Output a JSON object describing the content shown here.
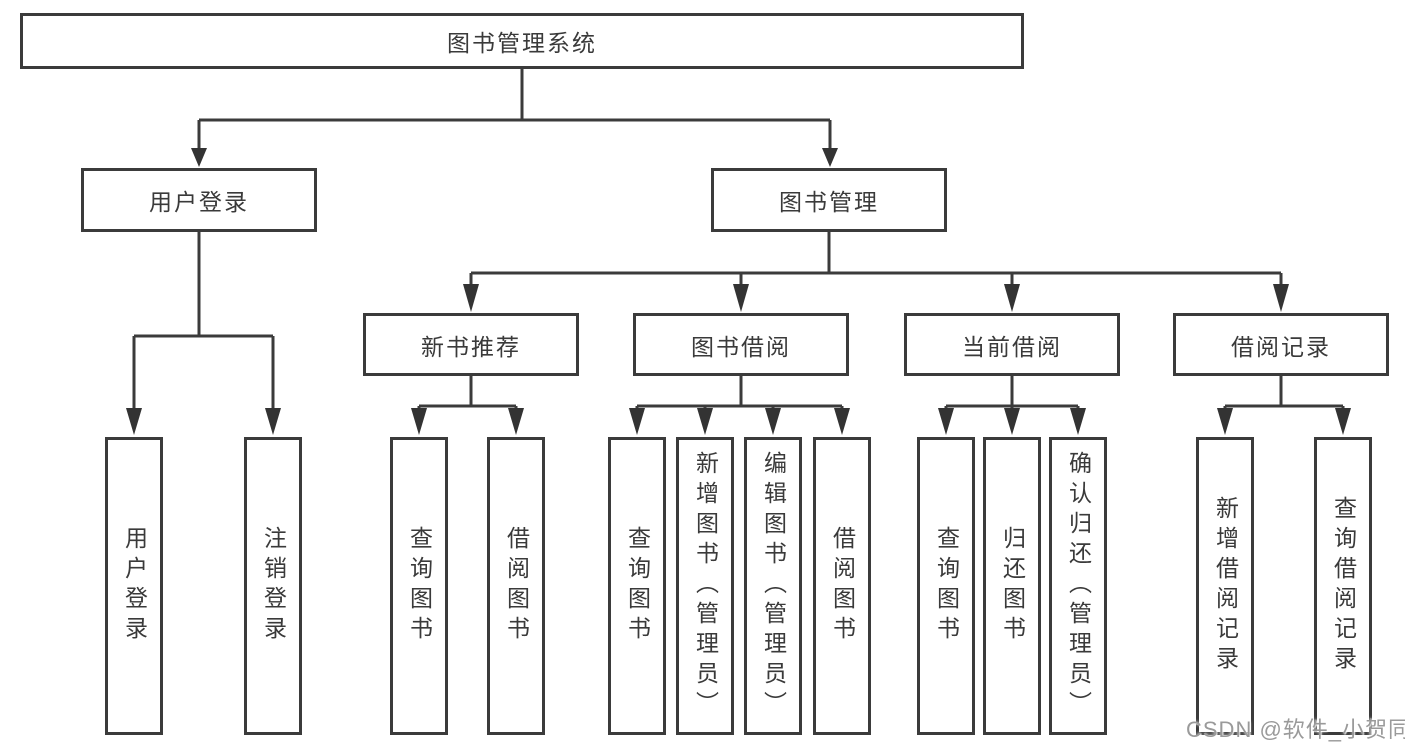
{
  "title": "图书管理系统",
  "watermark": "CSDN @软件_小贺同学",
  "colors": {
    "line": "#3b3b3b",
    "box_border": "#3b3b3b",
    "box_fill": "#ffffff",
    "text": "#3a3a3a",
    "arrow_fill": "#333333",
    "watermark_text": "#9a9a9a",
    "background": "#ffffff"
  },
  "nodes": {
    "root": "图书管理系统",
    "user_login": "用户登录",
    "book_mgmt": "图书管理",
    "new_book_rec": "新书推荐",
    "book_borrow": "图书借阅",
    "current_borrow": "当前借阅",
    "borrow_records": "借阅记录",
    "leaves": {
      "login_user": "用户登录",
      "login_logout": "注销登录",
      "rec_query": "查询图书",
      "rec_borrow": "借阅图书",
      "bb_query": "查询图书",
      "bb_add": "新增图书（管理员）",
      "bb_edit": "编辑图书（管理员）",
      "bb_borrow": "借阅图书",
      "cb_query": "查询图书",
      "cb_return": "归还图书",
      "cb_confirm": "确认归还（管理员）",
      "br_add": "新增借阅记录",
      "br_query": "查询借阅记录"
    }
  },
  "structure": [
    {
      "parent": "图书管理系统",
      "children": [
        "用户登录",
        "图书管理"
      ]
    },
    {
      "parent": "用户登录",
      "children": [
        "用户登录",
        "注销登录"
      ]
    },
    {
      "parent": "图书管理",
      "children": [
        "新书推荐",
        "图书借阅",
        "当前借阅",
        "借阅记录"
      ]
    },
    {
      "parent": "新书推荐",
      "children": [
        "查询图书",
        "借阅图书"
      ]
    },
    {
      "parent": "图书借阅",
      "children": [
        "查询图书",
        "新增图书（管理员）",
        "编辑图书（管理员）",
        "借阅图书"
      ]
    },
    {
      "parent": "当前借阅",
      "children": [
        "查询图书",
        "归还图书",
        "确认归还（管理员）"
      ]
    },
    {
      "parent": "借阅记录",
      "children": [
        "新增借阅记录",
        "查询借阅记录"
      ]
    }
  ]
}
